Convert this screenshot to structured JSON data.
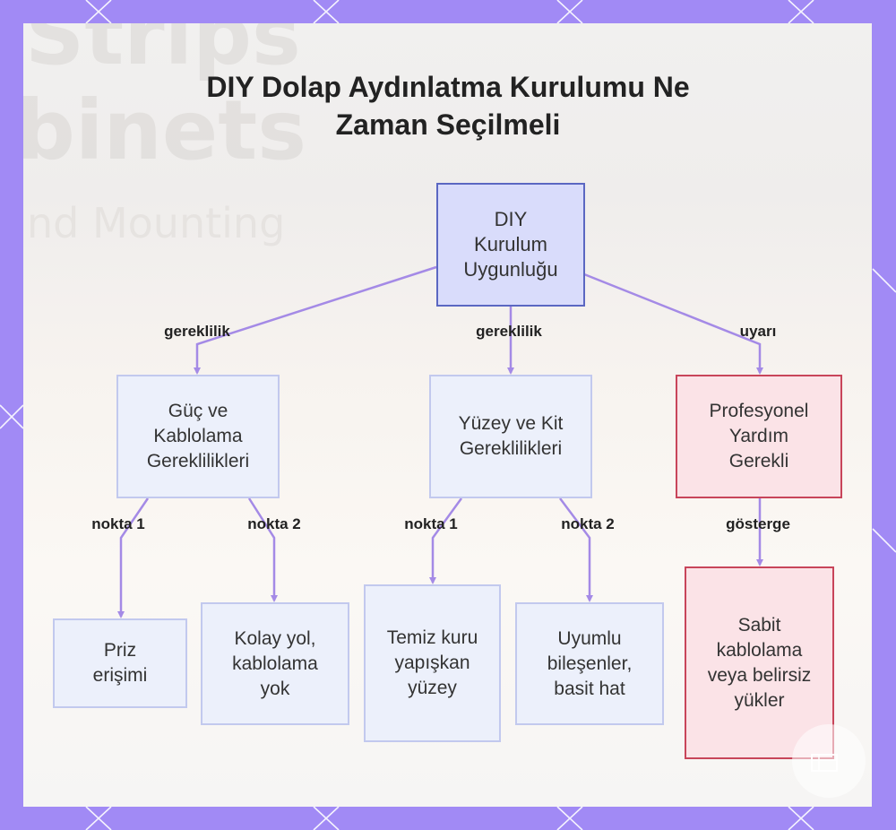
{
  "title": {
    "line1": "DIY Dolap Aydınlatma Kurulumu Ne",
    "line2": "Zaman Seçilmeli"
  },
  "background_text": {
    "line1": "Strips",
    "line2": "binets",
    "line3": "nd Mounting"
  },
  "colors": {
    "frame": "#a18af5",
    "edge": "#a48ae6",
    "root_fill": "#d9dcfb",
    "root_border": "#5b67c2",
    "req_fill": "#ecf0fb",
    "req_border": "#c2c9ee",
    "warn_fill": "#fbe3e7",
    "warn_border": "#c8455a"
  },
  "nodes": {
    "root": "DIY Kurulum Uygunluğu",
    "power": "Güç ve Kablolama Gereklilikleri",
    "surface": "Yüzey ve Kit Gereklilikleri",
    "pro": "Profesyonel Yardım Gerekli",
    "outlet": "Priz erişimi",
    "easy": "Kolay yol, kablolama yok",
    "clean": "Temiz kuru yapışkan yüzey",
    "compat": "Uyumlu bileşenler, basit hat",
    "fixed": "Sabit kablolama veya belirsiz yükler"
  },
  "edges": {
    "root_power": "gereklilik",
    "root_surface": "gereklilik",
    "root_pro": "uyarı",
    "power_outlet": "nokta 1",
    "power_easy": "nokta 2",
    "surface_clean": "nokta 1",
    "surface_compat": "nokta 2",
    "pro_fixed": "gösterge"
  }
}
